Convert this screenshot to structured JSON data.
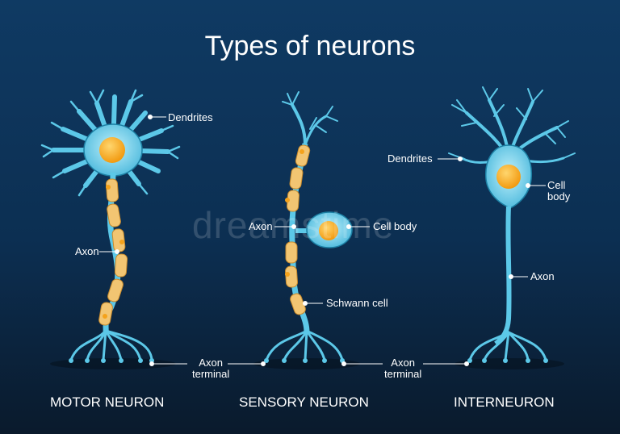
{
  "title": "Types of neurons",
  "watermark": "dreamstime",
  "labels": {
    "motor_dendrites": "Dendrites",
    "motor_axon": "Axon",
    "axon_terminal_1": "Axon\nterminal",
    "sensory_axon": "Axon",
    "sensory_cell_body": "Cell body",
    "schwann_cell": "Schwann cell",
    "axon_terminal_2": "Axon\nterminal",
    "inter_dendrites": "Dendrites",
    "inter_cell_body": "Cell\nbody",
    "inter_axon": "Axon"
  },
  "captions": {
    "motor": "MOTOR NEURON",
    "sensory": "SENSORY NEURON",
    "inter": "INTERNEURON"
  },
  "colors": {
    "neuron_fill": "#5cc8e8",
    "neuron_outline": "#1c7fa3",
    "myelin": "#f2c572",
    "nucleus": "#f4a21c",
    "leader": "#ffffff"
  }
}
